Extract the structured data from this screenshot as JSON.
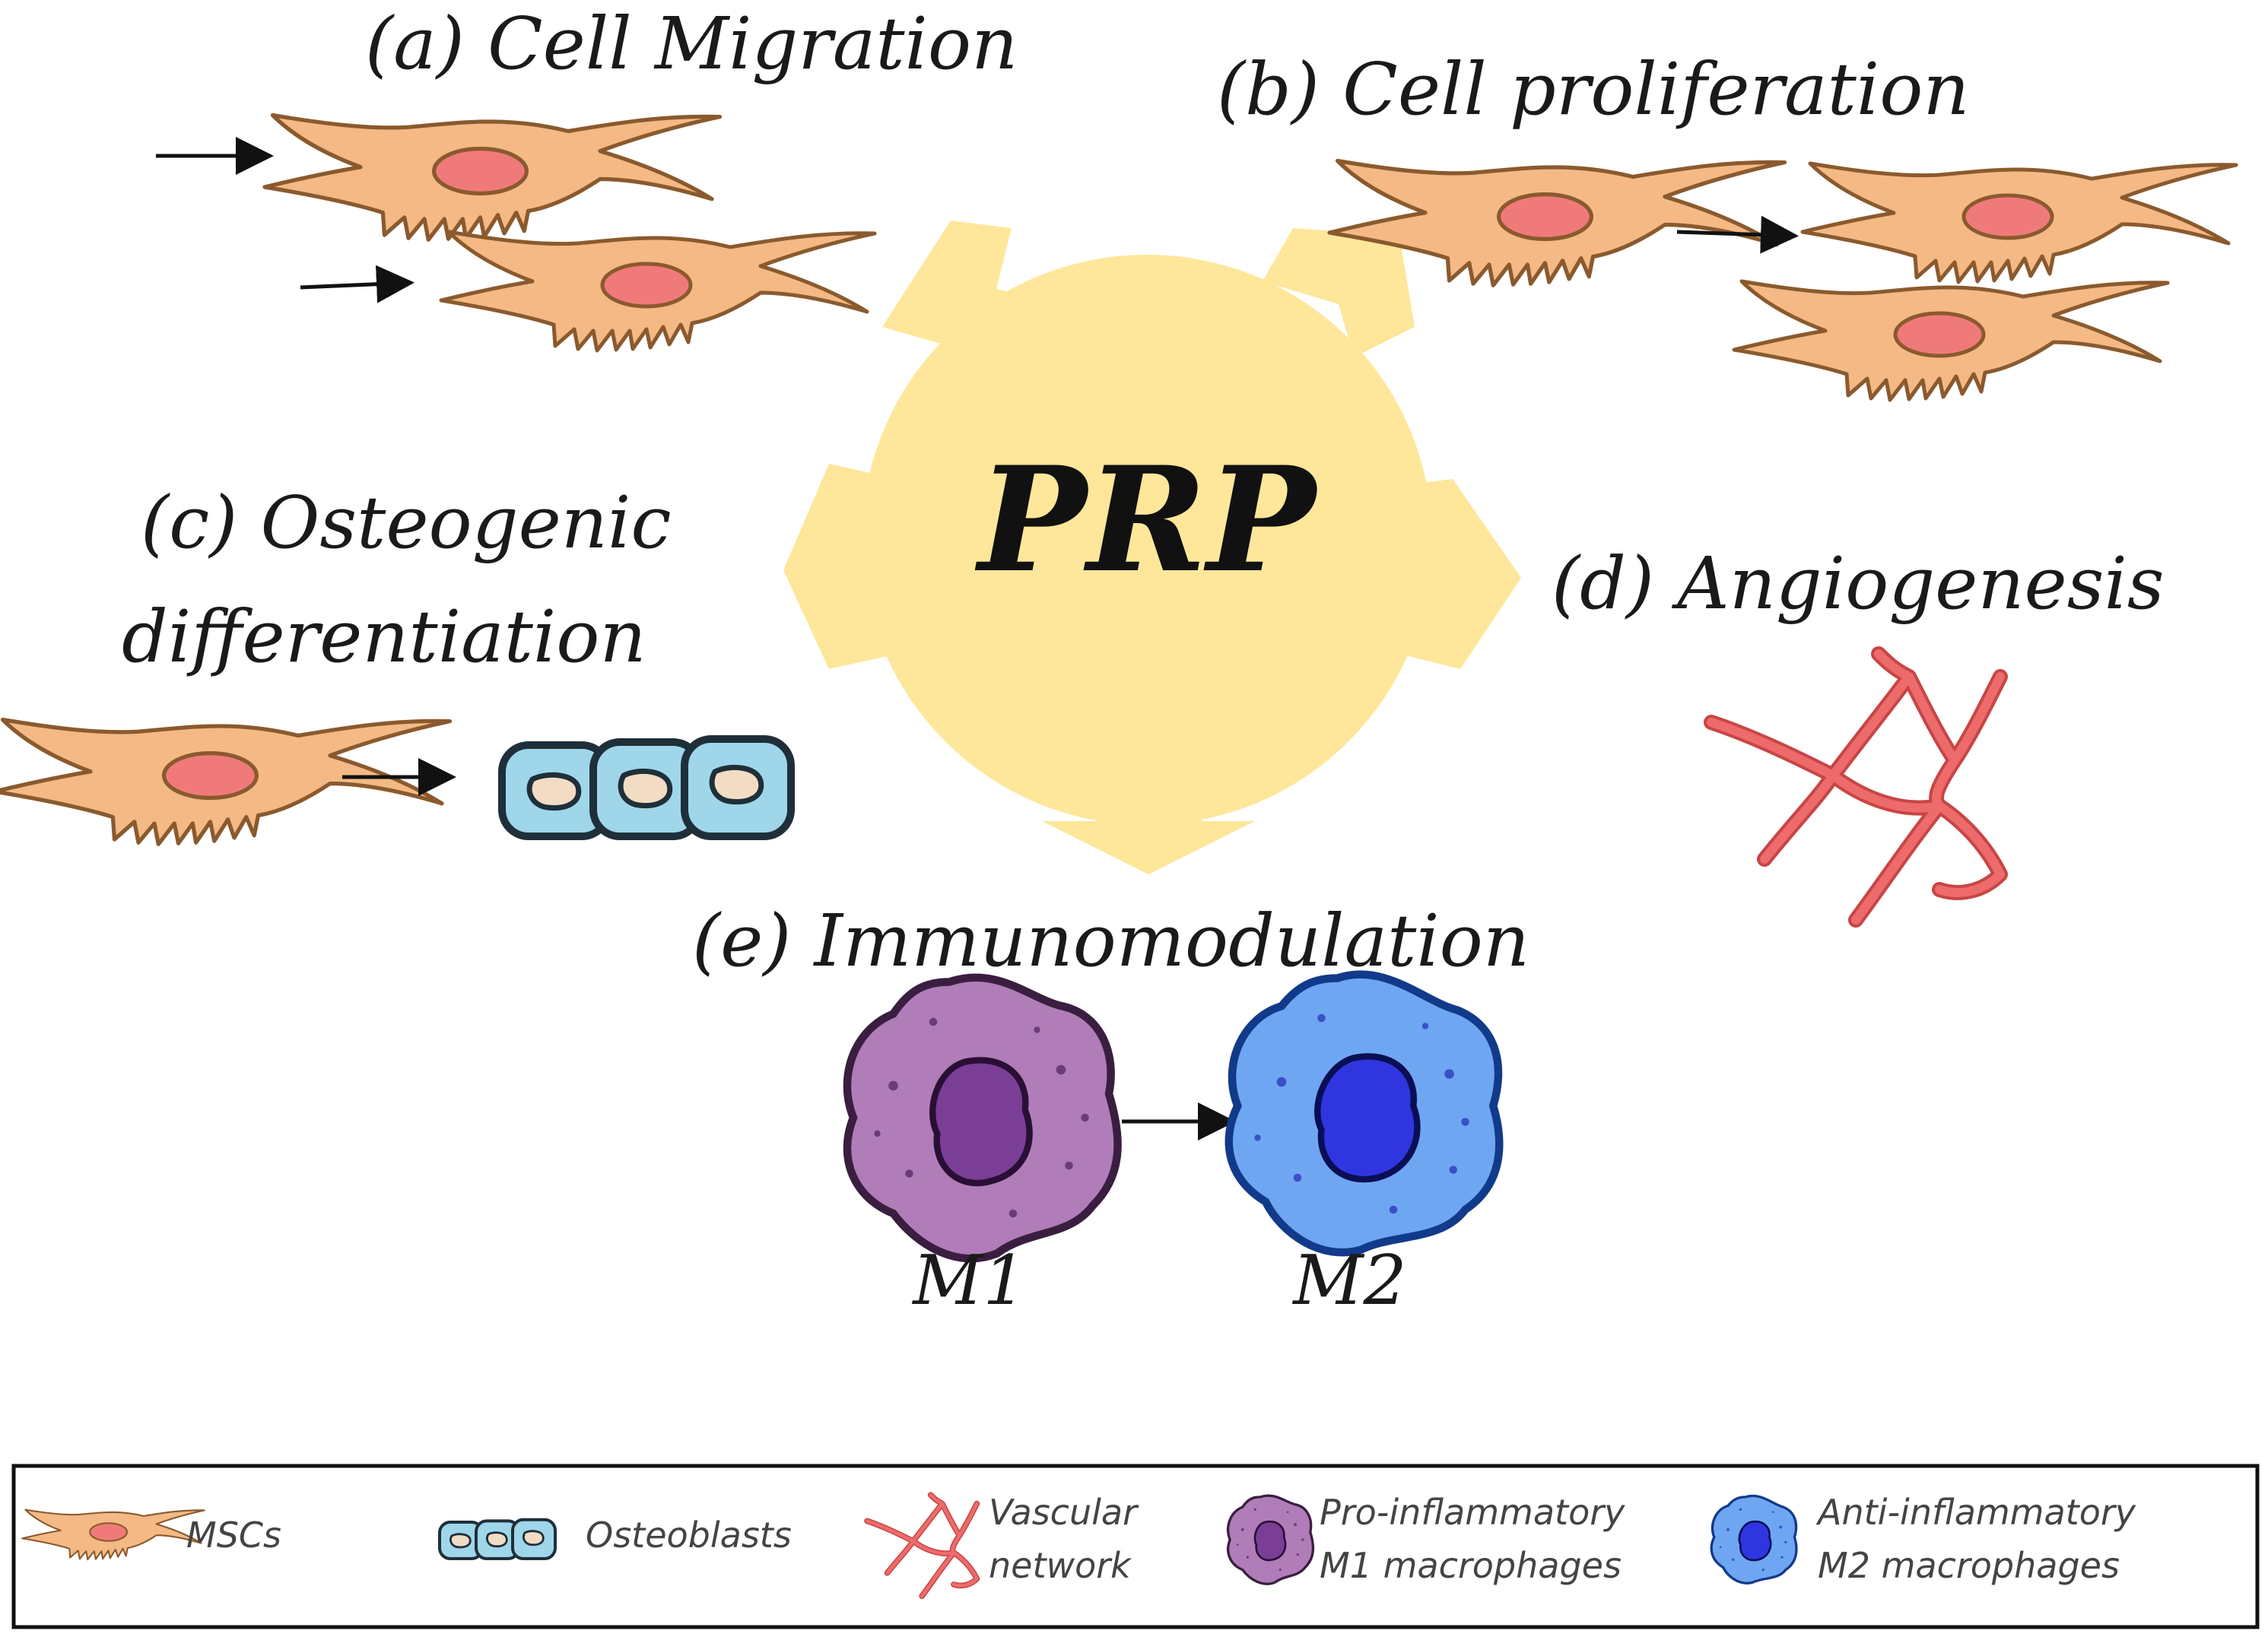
{
  "center": {
    "label": "PRP"
  },
  "processes": {
    "a": {
      "label": "(a) Cell Migration"
    },
    "b": {
      "label": "(b) Cell proliferation"
    },
    "c": {
      "line1": "(c) Osteogenic",
      "line2": "differentiation"
    },
    "d": {
      "label": "(d) Angiogenesis"
    },
    "e": {
      "label": "(e) Immunomodulation"
    }
  },
  "macrophages": {
    "m1": "M1",
    "m2": "M2"
  },
  "legend": {
    "mscs": "MSCs",
    "osteoblasts": "Osteoblasts",
    "vascular_line1": "Vascular",
    "vascular_line2": "network",
    "pro_line1": "Pro-inflammatory",
    "pro_line2": "M1 macrophages",
    "anti_line1": "Anti-inflammatory",
    "anti_line2": "M2 macrophages"
  },
  "colors": {
    "prp_yellow": "#FEE79A",
    "msc_body": "#F4B985",
    "msc_outline": "#8A5A2E",
    "msc_nucleus": "#F07A7A",
    "osteoblast_fill": "#9FD6EA",
    "osteoblast_outline": "#1F2F3A",
    "osteoblast_nucleus": "#F2DCC3",
    "vessel": "#EE6B6B",
    "m1_fill": "#B07DB8",
    "m1_nucleus": "#7A3E97",
    "m2_fill": "#6FA6F2",
    "m2_nucleus": "#2F36E0"
  },
  "icons": {
    "msc": "msc-cell-icon",
    "osteoblast": "osteoblast-chain-icon",
    "vessel": "vascular-network-icon",
    "m1": "m1-macrophage-icon",
    "m2": "m2-macrophage-icon",
    "arrow": "arrow-right-icon"
  }
}
